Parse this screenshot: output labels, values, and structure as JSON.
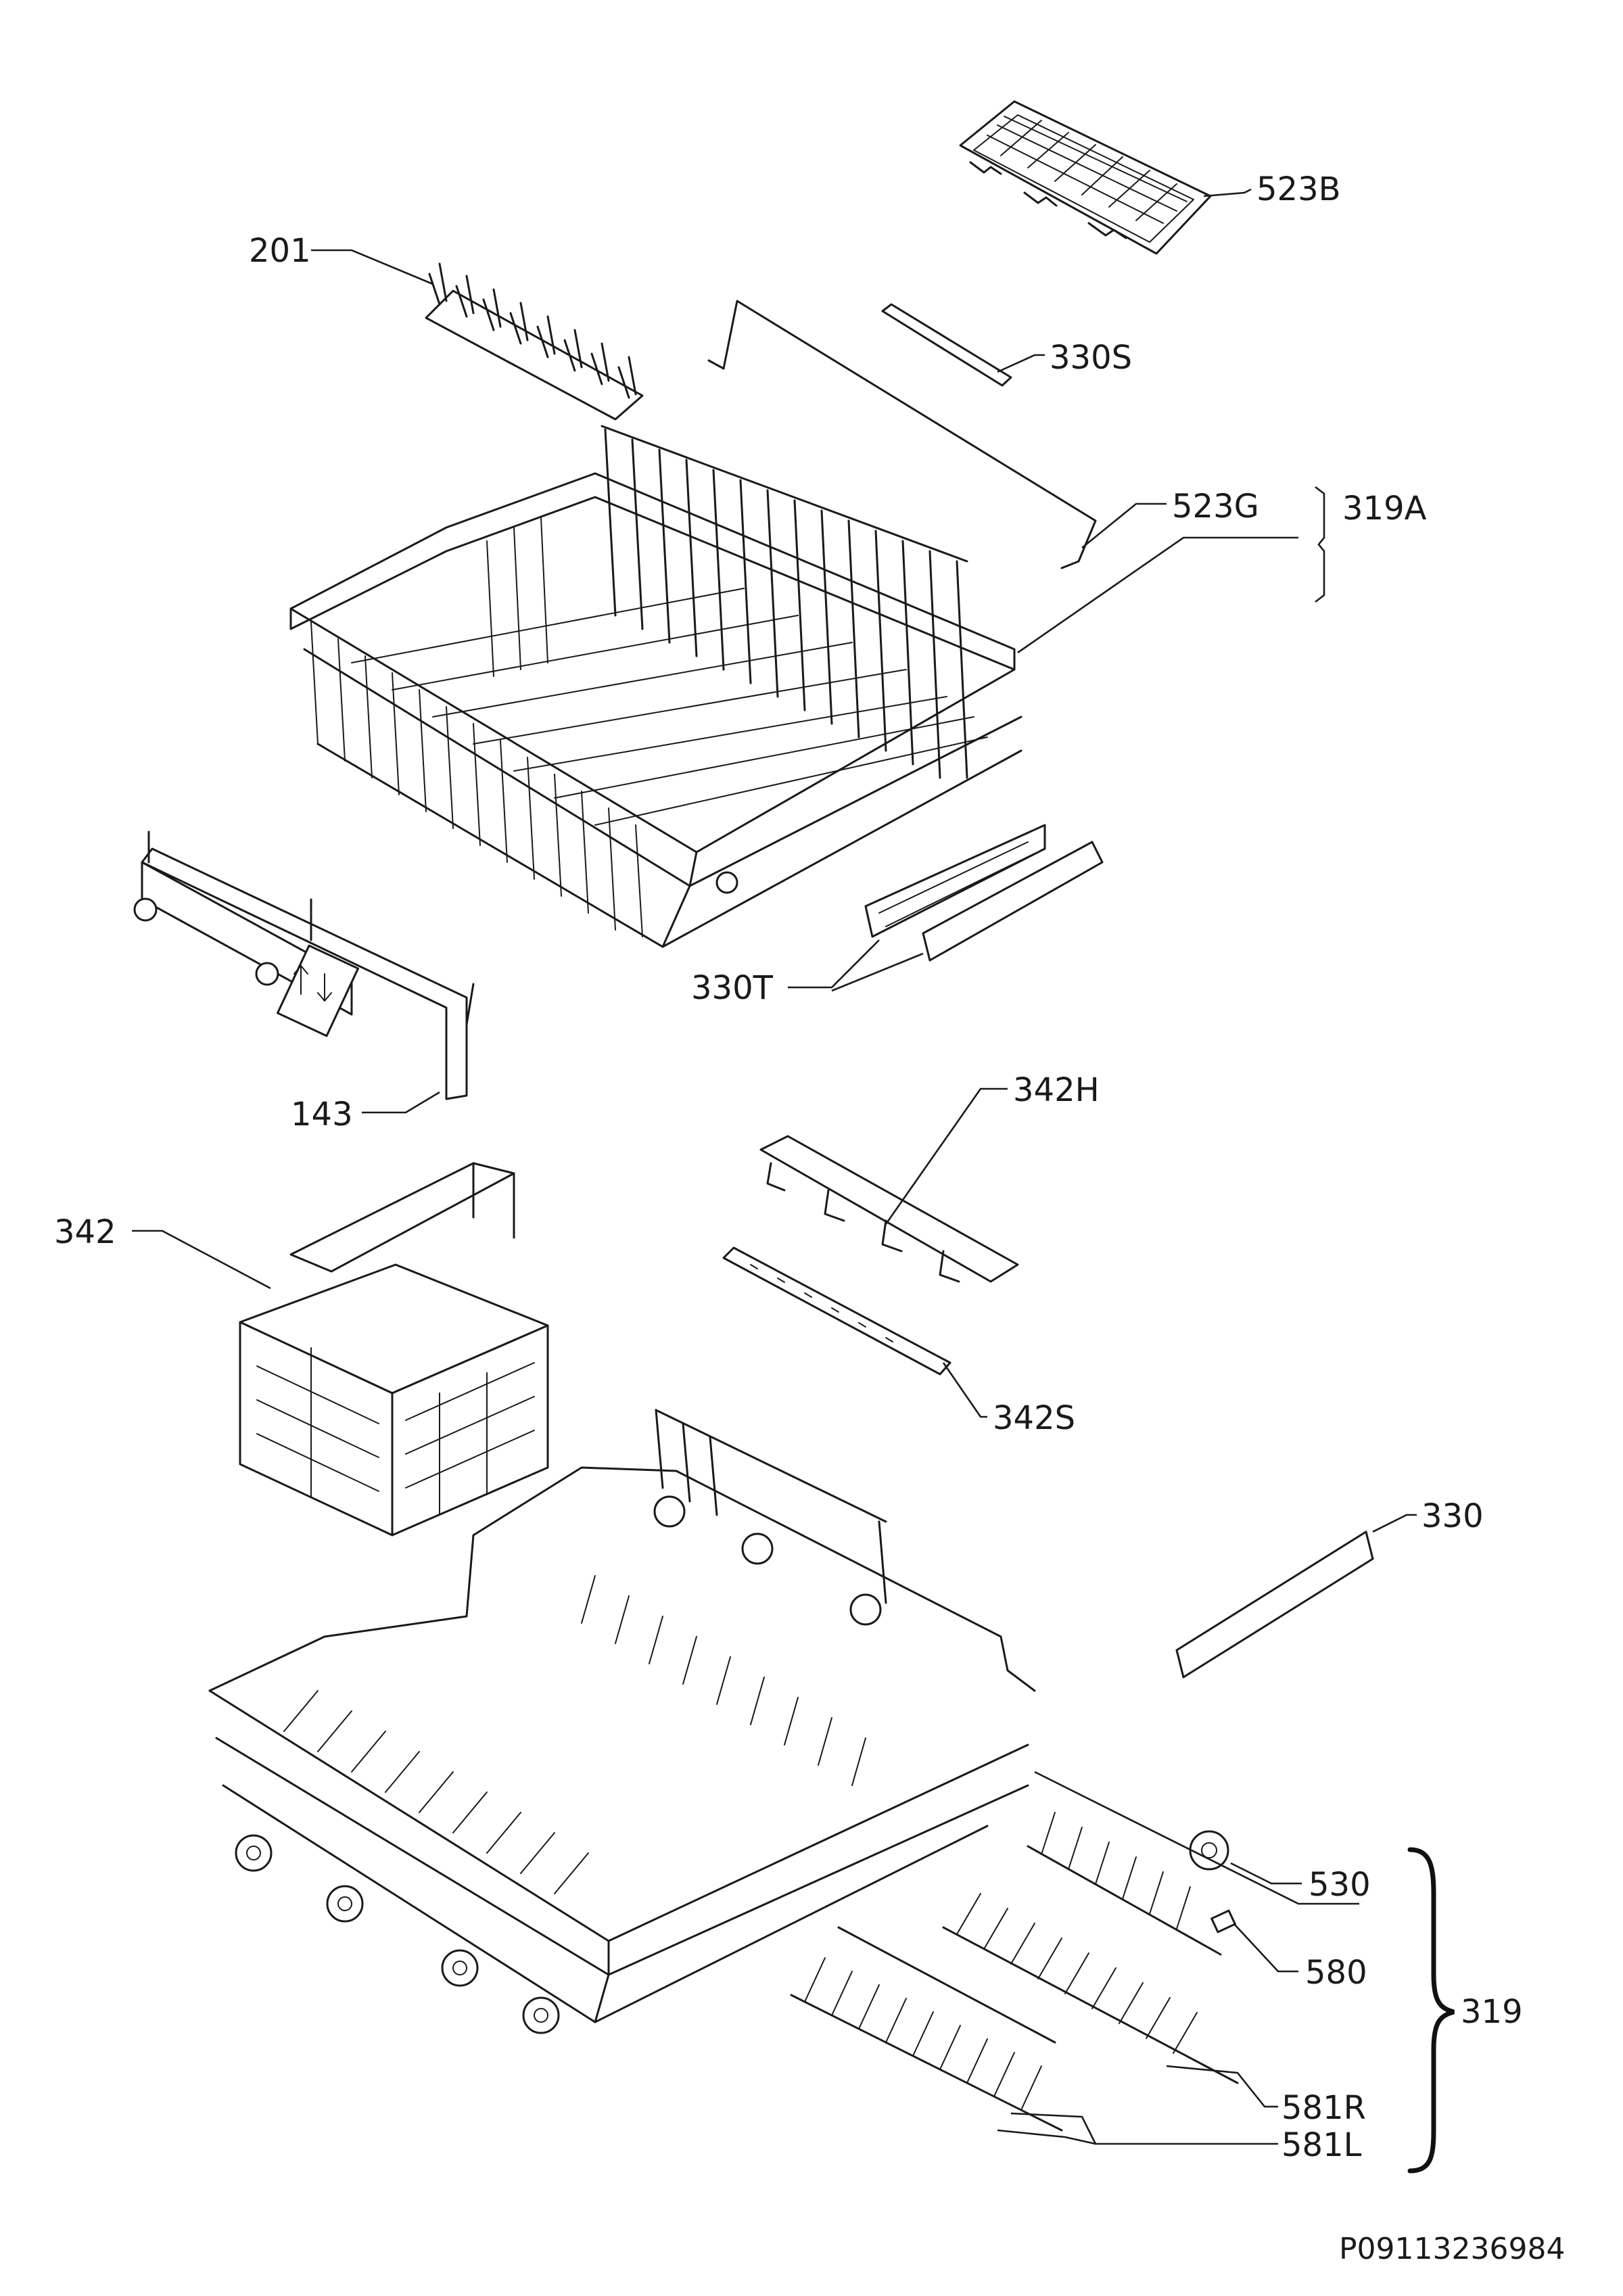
{
  "labels": {
    "l523B": "523B",
    "l201": "201",
    "l330S": "330S",
    "l523G": "523G",
    "l319A": "319A",
    "l330T": "330T",
    "l143": "143",
    "l342H": "342H",
    "l342": "342",
    "l342S": "342S",
    "l330": "330",
    "l530": "530",
    "l580": "580",
    "l319": "319",
    "l581R": "581R",
    "l581L": "581L"
  },
  "drawing_number": "P09113236984",
  "colors": {
    "line": "#1a1a1a",
    "background": "#ffffff"
  }
}
